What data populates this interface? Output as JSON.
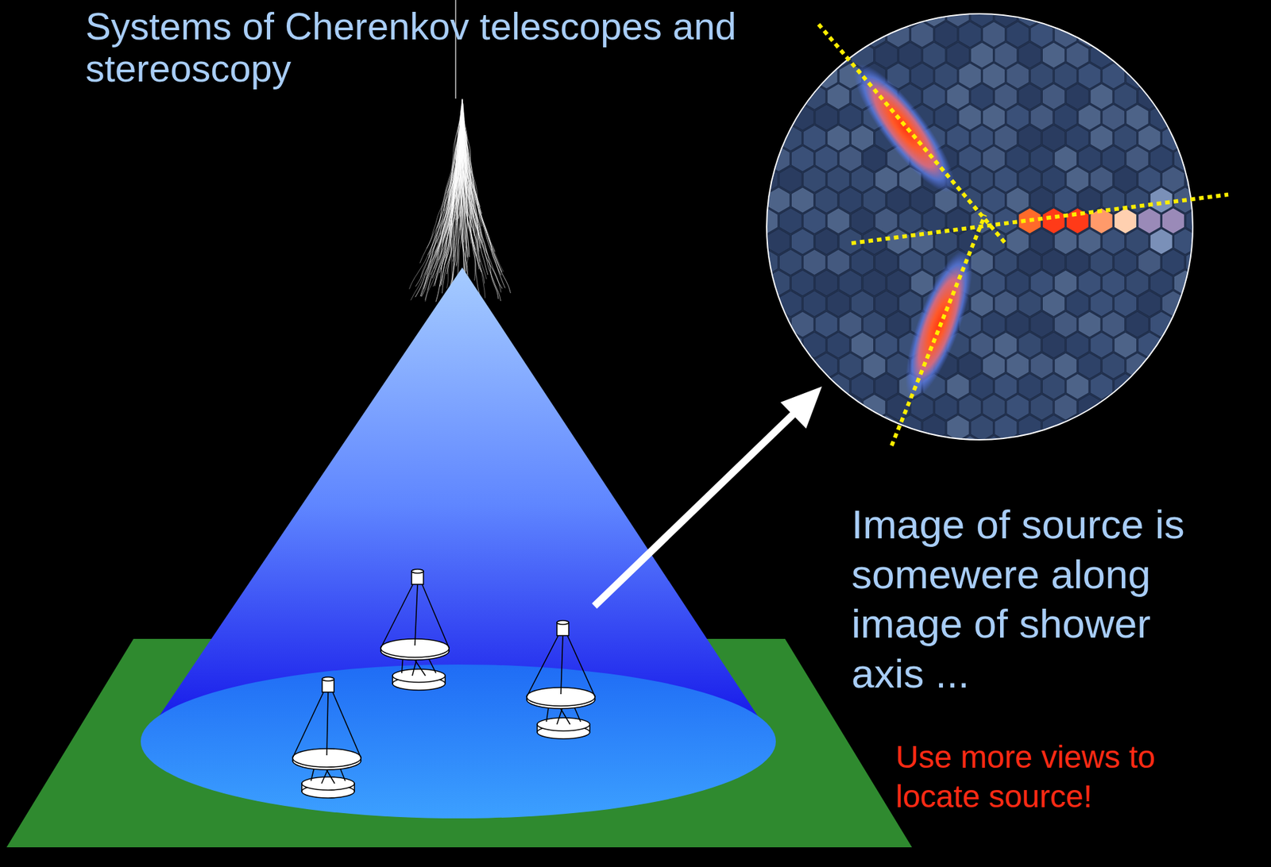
{
  "diagram": {
    "title": "Systems of Cherenkov telescopes and stereoscopy",
    "labels": [
      "Image of source is somewere along image of shower axis ...",
      "Use more views to locate source!"
    ]
  }
}
